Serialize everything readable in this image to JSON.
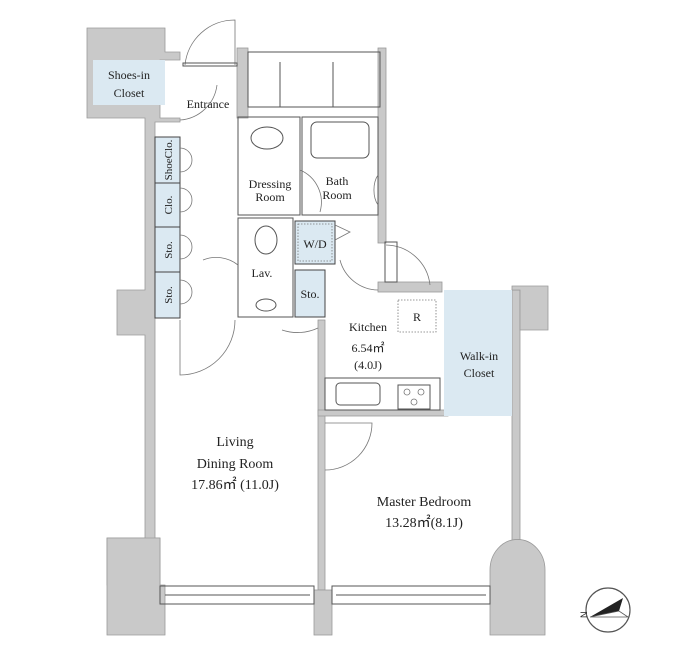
{
  "rooms": {
    "shoes_in_closet": [
      "Shoes-in",
      "Closet"
    ],
    "entrance": "Entrance",
    "shoe_closet": "ShoeClo.",
    "closet": "Clo.",
    "storage1": "Sto.",
    "storage2": "Sto.",
    "dressing_room": [
      "Dressing",
      "Room"
    ],
    "bath_room": [
      "Bath",
      "Room"
    ],
    "washer_dryer": "W/D",
    "lavatory": "Lav.",
    "storage3": "Sto.",
    "refrigerator": "R",
    "kitchen": {
      "name": "Kitchen",
      "area": "6.54㎡",
      "jo": "(4.0J)"
    },
    "walk_in_closet": [
      "Walk-in",
      "Closet"
    ],
    "living_dining": {
      "name": [
        "Living",
        "Dining Room"
      ],
      "area": "17.86㎡  (11.0J)"
    },
    "master_bedroom": {
      "name": "Master Bedroom",
      "area": "13.28㎡(8.1J)"
    }
  },
  "compass": {
    "label": "N"
  },
  "colors": {
    "wall": "#c9c9c9",
    "storage": "#dbe9f2"
  }
}
